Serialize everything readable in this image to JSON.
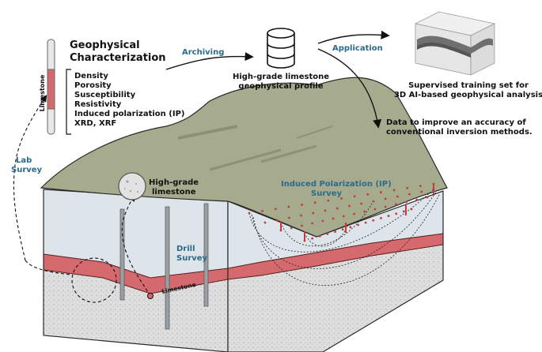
{
  "colors": {
    "surface": "#a7ab8e",
    "upper_layer": "#dde4ea",
    "limestone": "#d46a6d",
    "lower_layer": "#dedede",
    "accent_text": "#2b6a8a",
    "electrodes": "#c23c3c"
  },
  "labels": {
    "geophysical_title_1": "Geophysical",
    "geophysical_title_2": "Characterization",
    "properties": [
      "Density",
      "Porosity",
      "Susceptibility",
      "Resistivity",
      "Induced polarization (IP)",
      "XRD, XRF"
    ],
    "core_label": "Limestone",
    "archiving": "Archiving",
    "profile_1": "High-grade limestone",
    "profile_2": "geophysical profile",
    "application": "Application",
    "training_1": "Supervised training set for",
    "training_2": "3D AI-based geophysical analysis",
    "data_1": "Data to improve an accuracy of",
    "data_2": "conventional inversion methods.",
    "lab_1": "Lab",
    "lab_2": "Survey",
    "sample_1": "High-grade",
    "sample_2": "limestone",
    "ip_1": "Induced Polarization (IP)",
    "ip_2": "Survey",
    "drill_1": "Drill",
    "drill_2": "Survey",
    "layer_label": "Limestone"
  },
  "icons": {
    "database": "database-icon",
    "model": "3d-model-cube-icon",
    "core": "core-sample-icon",
    "sample": "rock-sample-icon"
  }
}
